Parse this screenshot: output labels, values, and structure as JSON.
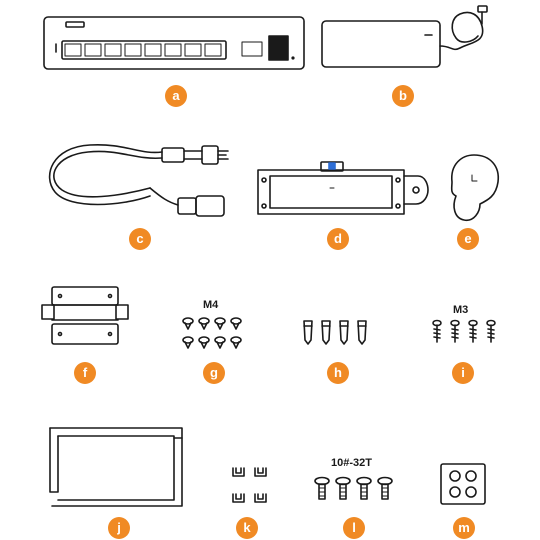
{
  "accent": "#f08a24",
  "line_color": "#1a1a1a",
  "items": [
    {
      "letter": "a",
      "icon": "switch-icon"
    },
    {
      "letter": "b",
      "icon": "power-adapter-icon"
    },
    {
      "letter": "c",
      "icon": "power-cord-icon"
    },
    {
      "letter": "d",
      "icon": "mounting-bracket-icon"
    },
    {
      "letter": "e",
      "icon": "wall-anchor-cap-icon"
    },
    {
      "letter": "f",
      "icon": "rack-ears-icon"
    },
    {
      "letter": "g",
      "icon": "m4-screws-icon"
    },
    {
      "letter": "h",
      "icon": "wall-anchors-icon"
    },
    {
      "letter": "i",
      "icon": "m3-screws-icon"
    },
    {
      "letter": "j",
      "icon": "desk-bracket-icon"
    },
    {
      "letter": "k",
      "icon": "cable-clips-icon"
    },
    {
      "letter": "l",
      "icon": "rack-screws-icon"
    },
    {
      "letter": "m",
      "icon": "rubber-feet-icon"
    }
  ],
  "labels": {
    "m4": "M4",
    "m3": "M3",
    "rack_screw": "10#-32T"
  }
}
